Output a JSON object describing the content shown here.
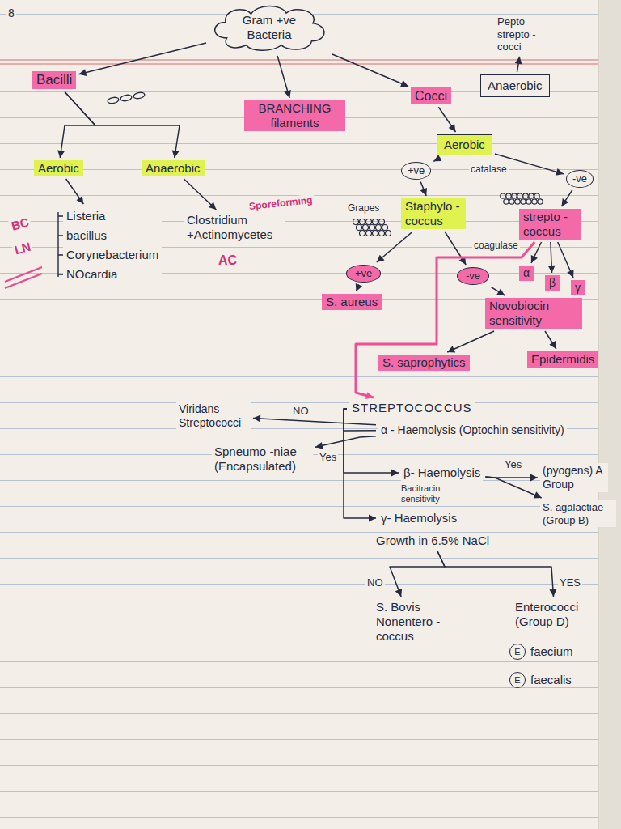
{
  "diagram": {
    "nodes": [
      {
        "text": [
          "Gram +ve Bacteria"
        ]
      },
      {
        "text": [
          "Pepto strepto -cocci"
        ]
      },
      {
        "text": [
          "Bacilli"
        ]
      },
      {
        "text": [
          "BRANCHING filaments"
        ]
      },
      {
        "text": [
          "Cocci"
        ]
      },
      {
        "text": [
          "Anaerobic"
        ]
      },
      {
        "text": [
          "Aerobic"
        ]
      },
      {
        "text": [
          "Aerobic"
        ]
      },
      {
        "text": [
          "Anaerobic"
        ]
      },
      {
        "text": [
          "Listeria",
          "bacillus",
          "Corynebacterium",
          "NOcardia"
        ]
      },
      {
        "text": [
          "Clostridium +Actinomycetes"
        ]
      },
      {
        "text": [
          "+ve"
        ]
      },
      {
        "text": [
          "-ve"
        ]
      },
      {
        "text": [
          "Staphylo -coccus"
        ]
      },
      {
        "text": [
          "strepto -coccus"
        ]
      },
      {
        "text": [
          "+ve"
        ]
      },
      {
        "text": [
          "-ve"
        ]
      },
      {
        "text": [
          "S. aureus"
        ]
      },
      {
        "text": [
          "Novobiocin sensitivity"
        ]
      },
      {
        "text": [
          "S. saprophytics"
        ]
      },
      {
        "text": [
          "Epidermidis"
        ]
      },
      {
        "text": [
          "α"
        ]
      },
      {
        "text": [
          "β"
        ]
      },
      {
        "text": [
          "γ"
        ]
      },
      {
        "text": [
          "STREPTOCOCCUS"
        ]
      },
      {
        "text": [
          "Viridans Streptococci"
        ]
      },
      {
        "text": [
          "α - Haemolysis (Optochin sensitivity)"
        ]
      },
      {
        "text": [
          "Spneumo -niae (Encapsulated)"
        ]
      },
      {
        "text": [
          "β- Haemolysis"
        ]
      },
      {
        "text": [
          "(pyogens) A Group"
        ]
      },
      {
        "text": [
          "S. agalactiae (Group B)"
        ]
      },
      {
        "text": [
          "γ- Haemolysis"
        ]
      },
      {
        "text": [
          "Growth in 6.5% NaCl"
        ]
      },
      {
        "text": [
          "S. Bovis Nonentero -coccus"
        ]
      },
      {
        "text": [
          "Enterococci (Group D)"
        ]
      },
      {
        "text": [
          "E",
          "faecium"
        ]
      },
      {
        "text": [
          "E",
          "faecalis"
        ]
      }
    ],
    "edges": [
      {
        "from": 0,
        "to": 2,
        "arrow": "to"
      },
      {
        "from": 0,
        "to": 3,
        "arrow": "to"
      },
      {
        "from": 0,
        "to": 4,
        "arrow": "to"
      },
      {
        "from": 5,
        "to": 1,
        "arrow": "to"
      },
      {
        "from": 4,
        "to": 6,
        "arrow": "to"
      },
      {
        "from": 2,
        "to": 7,
        "arrow": "to"
      },
      {
        "from": 2,
        "to": 8,
        "arrow": "to"
      },
      {
        "from": 7,
        "to": 9,
        "arrow": "to"
      },
      {
        "from": 8,
        "to": 10,
        "arrow": "to"
      },
      {
        "from": 6,
        "to": 11,
        "arrow": "to"
      },
      {
        "from": 6,
        "to": 12,
        "arrow": "to"
      },
      {
        "from": 11,
        "to": 13,
        "arrow": "to"
      },
      {
        "from": 12,
        "to": 14,
        "arrow": "to"
      },
      {
        "from": 13,
        "to": 15,
        "arrow": "to"
      },
      {
        "from": 13,
        "to": 16,
        "arrow": "to"
      },
      {
        "from": 15,
        "to": 17,
        "arrow": "to"
      },
      {
        "from": 16,
        "to": 18,
        "arrow": "to"
      },
      {
        "from": 18,
        "to": 19,
        "arrow": "to"
      },
      {
        "from": 18,
        "to": 20,
        "arrow": "to"
      },
      {
        "from": 14,
        "to": 21,
        "arrow": "to"
      },
      {
        "from": 14,
        "to": 22,
        "arrow": "to"
      },
      {
        "from": 14,
        "to": 23,
        "arrow": "to"
      },
      {
        "from": 14,
        "to": 24,
        "arrow": "to"
      },
      {
        "from": 24,
        "to": 26,
        "arrow": "none"
      },
      {
        "from": 24,
        "to": 28,
        "arrow": "to"
      },
      {
        "from": 24,
        "to": 31,
        "arrow": "to"
      },
      {
        "from": 26,
        "to": 25,
        "label": "NO",
        "arrow": "to"
      },
      {
        "from": 26,
        "to": 27,
        "label": "Yes",
        "arrow": "to"
      },
      {
        "from": 28,
        "to": 29,
        "label": "Yes",
        "arrow": "to"
      },
      {
        "from": 28,
        "to": 30,
        "arrow": "to"
      },
      {
        "from": 32,
        "to": 33,
        "label": "NO",
        "arrow": "to"
      },
      {
        "from": 32,
        "to": 34,
        "label": "YES",
        "arrow": "to"
      }
    ],
    "labels": [
      "8",
      "catalase",
      "Grapes",
      "Sporeforming",
      "coagulase",
      "BC",
      "LN",
      "AC",
      "Bacitracin sensitivity"
    ]
  }
}
